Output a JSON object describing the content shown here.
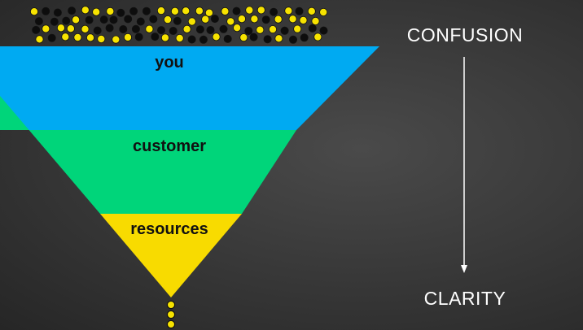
{
  "funnel": {
    "layers": [
      {
        "label": "you",
        "color": "#00AAF2"
      },
      {
        "label": "customer",
        "color": "#00D57A"
      },
      {
        "label": "resources",
        "color": "#F8DB00"
      }
    ]
  },
  "scale": {
    "top_label": "CONFUSION",
    "bottom_label": "CLARITY"
  },
  "colors": {
    "dot_yellow": "#F7E300",
    "dot_black": "#0d0d0d",
    "arrow": "#ffffff"
  }
}
